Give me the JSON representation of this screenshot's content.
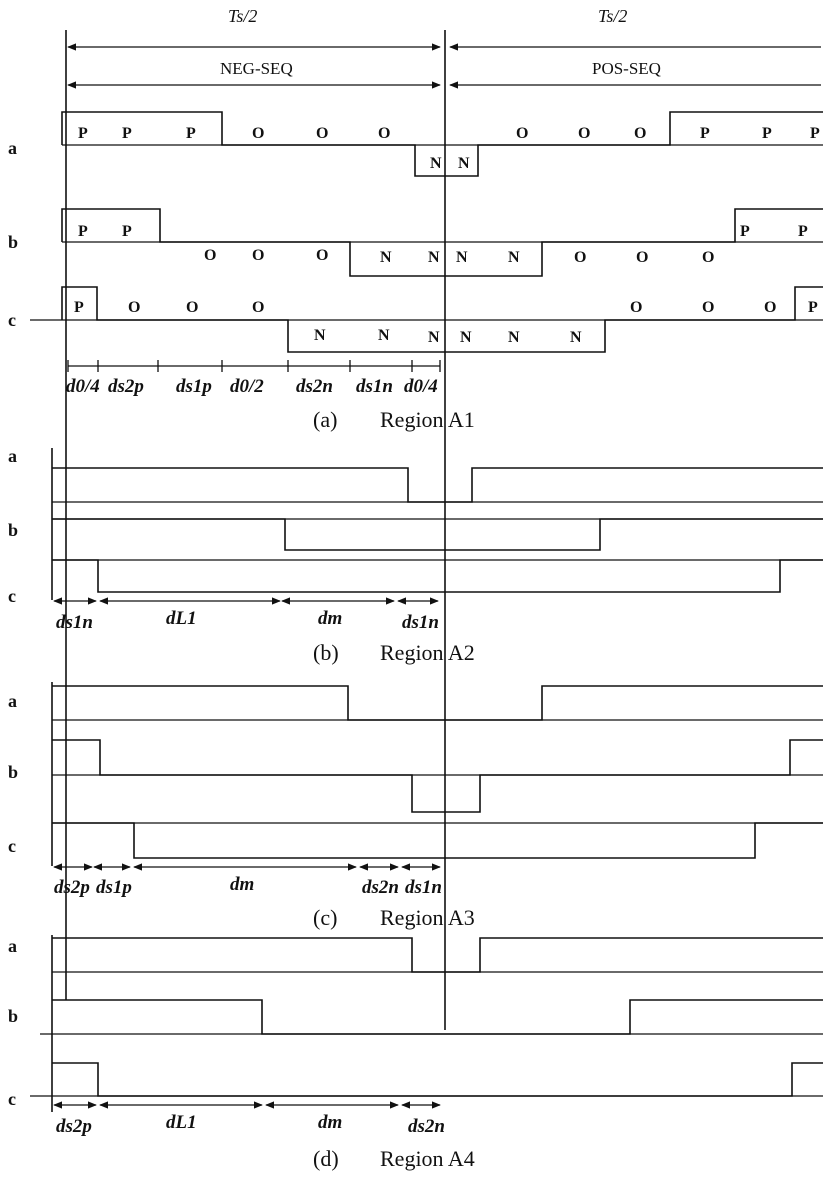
{
  "header": {
    "ts_left": "Ts/2",
    "ts_right": "Ts/2",
    "seq_neg": "NEG-SEQ",
    "seq_pos": "POS-SEQ"
  },
  "panels": [
    {
      "id": "a1",
      "caption_tag": "(a)",
      "caption_text": "Region A1",
      "phases": [
        {
          "label": "a",
          "states": [
            "P",
            "P",
            "P",
            "O",
            "O",
            "O",
            "N",
            "N",
            "O",
            "O",
            "O",
            "P",
            "P",
            "P"
          ]
        },
        {
          "label": "b",
          "states": [
            "P",
            "P",
            "O",
            "O",
            "O",
            "N",
            "N",
            "N",
            "N",
            "O",
            "O",
            "O",
            "P",
            "P"
          ]
        },
        {
          "label": "c",
          "states": [
            "P",
            "O",
            "O",
            "O",
            "N",
            "N",
            "N",
            "N",
            "N",
            "N",
            "O",
            "O",
            "O",
            "P"
          ]
        }
      ],
      "durations": [
        "d0/4",
        "ds2p",
        "ds1p",
        "d0/2",
        "ds2n",
        "ds1n",
        "d0/4"
      ]
    },
    {
      "id": "a2",
      "caption_tag": "(b)",
      "caption_text": "Region A2",
      "phases": [
        "a",
        "b",
        "c"
      ],
      "durations": [
        "ds1n",
        "dL1",
        "dm",
        "ds1n"
      ]
    },
    {
      "id": "a3",
      "caption_tag": "(c)",
      "caption_text": "Region A3",
      "phases": [
        "a",
        "b",
        "c"
      ],
      "durations": [
        "ds2p",
        "ds1p",
        "dm",
        "ds2n",
        "ds1n"
      ]
    },
    {
      "id": "a4",
      "caption_tag": "(d)",
      "caption_text": "Region A4",
      "phases": [
        "a",
        "b",
        "c"
      ],
      "durations": [
        "ds2p",
        "dL1",
        "dm",
        "ds2n"
      ]
    }
  ]
}
